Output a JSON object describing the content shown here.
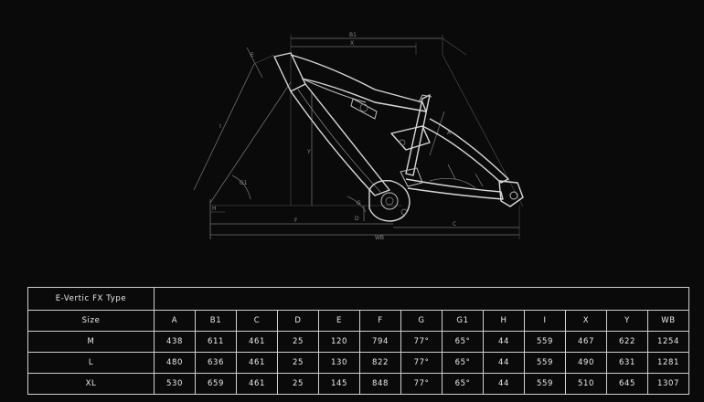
{
  "diagram": {
    "dimension_labels": [
      "B1",
      "X",
      "E",
      "I",
      "Y",
      "G1",
      "G",
      "H",
      "D",
      "A",
      "F",
      "C",
      "WB"
    ]
  },
  "table": {
    "title": "E-Vertic FX Type",
    "size_header": "Size",
    "columns": [
      "A",
      "B1",
      "C",
      "D",
      "E",
      "F",
      "G",
      "G1",
      "H",
      "I",
      "X",
      "Y",
      "WB"
    ],
    "rows": [
      {
        "size": "M",
        "values": [
          "438",
          "611",
          "461",
          "25",
          "120",
          "794",
          "77°",
          "65°",
          "44",
          "559",
          "467",
          "622",
          "1254"
        ]
      },
      {
        "size": "L",
        "values": [
          "480",
          "636",
          "461",
          "25",
          "130",
          "822",
          "77°",
          "65°",
          "44",
          "559",
          "490",
          "631",
          "1281"
        ]
      },
      {
        "size": "XL",
        "values": [
          "530",
          "659",
          "461",
          "25",
          "145",
          "848",
          "77°",
          "65°",
          "44",
          "559",
          "510",
          "645",
          "1307"
        ]
      }
    ]
  }
}
